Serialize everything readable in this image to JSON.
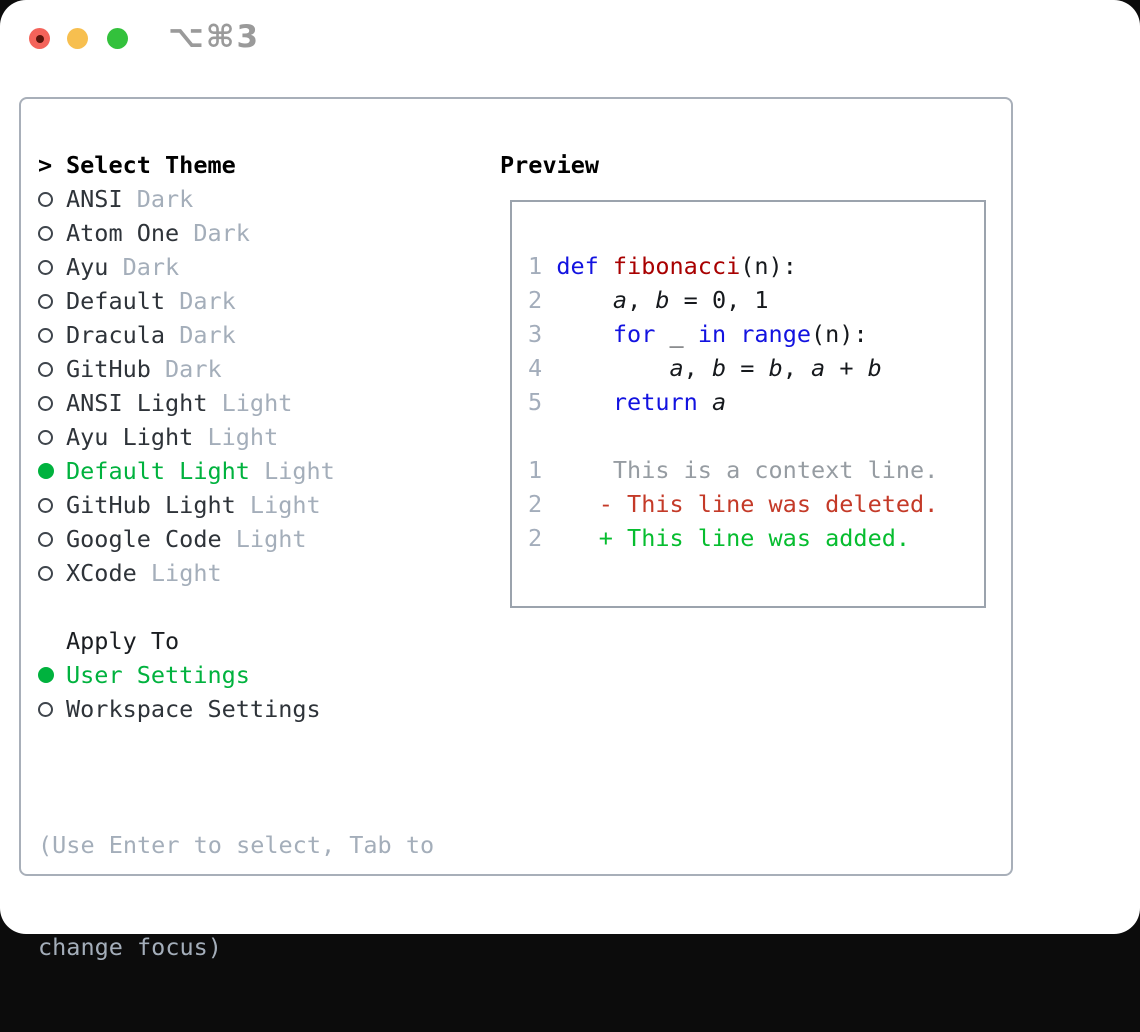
{
  "titlebar": {
    "title": "⌥⌘3"
  },
  "theme_panel": {
    "prompt": ">",
    "header": "Select Theme",
    "items": [
      {
        "name": "ANSI",
        "variant": "Dark",
        "selected": false
      },
      {
        "name": "Atom One",
        "variant": "Dark",
        "selected": false
      },
      {
        "name": "Ayu",
        "variant": "Dark",
        "selected": false
      },
      {
        "name": "Default",
        "variant": "Dark",
        "selected": false
      },
      {
        "name": "Dracula",
        "variant": "Dark",
        "selected": false
      },
      {
        "name": "GitHub",
        "variant": "Dark",
        "selected": false
      },
      {
        "name": "ANSI Light",
        "variant": "Light",
        "selected": false
      },
      {
        "name": "Ayu Light",
        "variant": "Light",
        "selected": false
      },
      {
        "name": "Default Light",
        "variant": "Light",
        "selected": true
      },
      {
        "name": "GitHub Light",
        "variant": "Light",
        "selected": false
      },
      {
        "name": "Google Code",
        "variant": "Light",
        "selected": false
      },
      {
        "name": "XCode",
        "variant": "Light",
        "selected": false
      }
    ],
    "apply_to": {
      "header": "Apply To",
      "options": [
        {
          "name": "User Settings",
          "selected": true
        },
        {
          "name": "Workspace Settings",
          "selected": false
        }
      ]
    },
    "help": [
      "(Use Enter to select, Tab to",
      "change focus)"
    ]
  },
  "preview": {
    "header": "Preview",
    "lines": [
      {
        "num": "1",
        "segments": [
          {
            "t": " "
          },
          {
            "t": "def",
            "c": "kw"
          },
          {
            "t": " "
          },
          {
            "t": "fibonacci",
            "c": "fn"
          },
          {
            "t": "(n):"
          }
        ]
      },
      {
        "num": "2",
        "segments": [
          {
            "t": "     "
          },
          {
            "t": "a",
            "c": "var"
          },
          {
            "t": ", "
          },
          {
            "t": "b",
            "c": "var"
          },
          {
            "t": " = 0, 1"
          }
        ]
      },
      {
        "num": "3",
        "segments": [
          {
            "t": "     "
          },
          {
            "t": "for",
            "c": "kw"
          },
          {
            "t": " _ "
          },
          {
            "t": "in",
            "c": "kw"
          },
          {
            "t": " "
          },
          {
            "t": "range",
            "c": "kw"
          },
          {
            "t": "(n):"
          }
        ]
      },
      {
        "num": "4",
        "segments": [
          {
            "t": "         "
          },
          {
            "t": "a",
            "c": "var"
          },
          {
            "t": ", "
          },
          {
            "t": "b",
            "c": "var"
          },
          {
            "t": " = "
          },
          {
            "t": "b",
            "c": "var"
          },
          {
            "t": ", "
          },
          {
            "t": "a",
            "c": "var"
          },
          {
            "t": " + "
          },
          {
            "t": "b",
            "c": "var"
          }
        ]
      },
      {
        "num": "5",
        "segments": [
          {
            "t": "     "
          },
          {
            "t": "return",
            "c": "kw"
          },
          {
            "t": " "
          },
          {
            "t": "a",
            "c": "var"
          }
        ]
      },
      {
        "num": "",
        "segments": []
      },
      {
        "num": "1",
        "segments": [
          {
            "t": "     This is a context line.",
            "c": "ctx"
          }
        ]
      },
      {
        "num": "2",
        "segments": [
          {
            "t": "    "
          },
          {
            "t": "- This line was deleted.",
            "c": "del"
          }
        ]
      },
      {
        "num": "2",
        "segments": [
          {
            "t": "    "
          },
          {
            "t": "+ This line was added.",
            "c": "add"
          }
        ]
      }
    ]
  },
  "colors": {
    "accent_green": "#00b23e",
    "keyword_blue": "#1212e0",
    "function_red": "#a80000",
    "diff_deleted": "#c43a28",
    "diff_added": "#06bd2f",
    "dim_gray": "#a4aeba",
    "border_gray": "#a8afb9",
    "traffic_red": "#f4635a",
    "traffic_yellow": "#f7bf4f",
    "traffic_green": "#33c13c"
  }
}
